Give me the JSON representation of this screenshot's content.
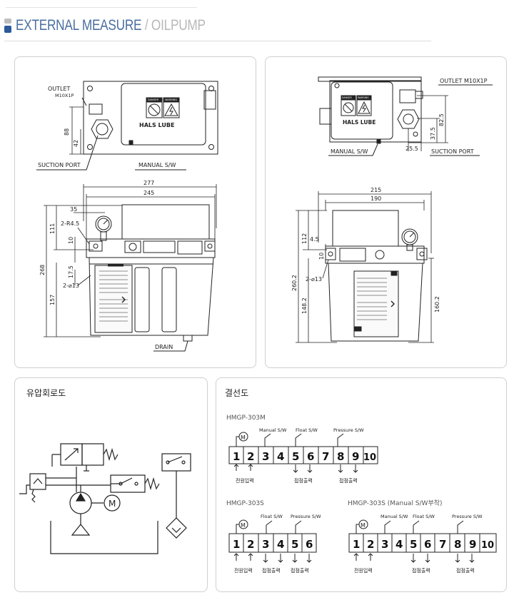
{
  "header": {
    "title": "EXTERNAL MEASURE",
    "separator": "/",
    "subtitle": "OILPUMP"
  },
  "left_drawing": {
    "outlet_label": "OUTLET",
    "outlet_spec": "M10X1P",
    "suction_port": "SUCTION PORT",
    "manual_sw": "MANUAL S/W",
    "drain": "DRAIN",
    "danger": "DANGER",
    "warning": "WARNING",
    "brand": "HALS LUBE",
    "dims": {
      "d88": "88",
      "d42": "42",
      "d277": "277",
      "d245": "245",
      "d35": "35",
      "r45": "2-R4.5",
      "d111": "111",
      "d10": "10",
      "d268": "268",
      "d175": "17.5",
      "phi13": "2-⌀13",
      "d157": "157"
    }
  },
  "right_drawing": {
    "outlet_label": "OUTLET M10X1P",
    "manual_sw": "MANUAL S/W",
    "suction_port": "SUCTION PORT",
    "brand": "HALS LUBE",
    "danger": "DANGER",
    "warning": "WARNING",
    "dims": {
      "d825": "82.5",
      "d375": "37.5",
      "d255": "25.5",
      "d215": "215",
      "d190": "190",
      "d112": "112",
      "d45": "4.5",
      "d10": "10",
      "phi13": "2-⌀13",
      "d2602": "260.2",
      "d1482": "148.2",
      "d1602": "160.2"
    }
  },
  "hydraulic": {
    "title": "유압회로도"
  },
  "wiring": {
    "title": "결선도",
    "m303m": {
      "name": "HMGP-303M",
      "manual": "Manual S/W",
      "float": "Float S/W",
      "pressure": "Pressure S/W",
      "terms": [
        "1",
        "2",
        "3",
        "4",
        "5",
        "6",
        "7",
        "8",
        "9",
        "10"
      ],
      "power_in": "전원입력",
      "contact_out1": "접점출력",
      "contact_out2": "접점출력"
    },
    "m303s": {
      "name": "HMGP-303S",
      "float": "Float S/W",
      "pressure": "Pressure S/W",
      "terms": [
        "1",
        "2",
        "3",
        "4",
        "5",
        "6"
      ],
      "power_in": "전원입력",
      "contact_out1": "접점출력",
      "contact_out2": "접점출력"
    },
    "m303sm": {
      "name": "HMGP-303S (Manual S/W부착)",
      "manual": "Manual S/W",
      "float": "Float S/W",
      "pressure": "Pressure S/W",
      "terms": [
        "1",
        "2",
        "3",
        "4",
        "5",
        "6",
        "7",
        "8",
        "9",
        "10"
      ],
      "power_in": "전원입력",
      "contact_out1": "접점출력",
      "contact_out2": "접점출력"
    },
    "motor_symbol": "M"
  }
}
